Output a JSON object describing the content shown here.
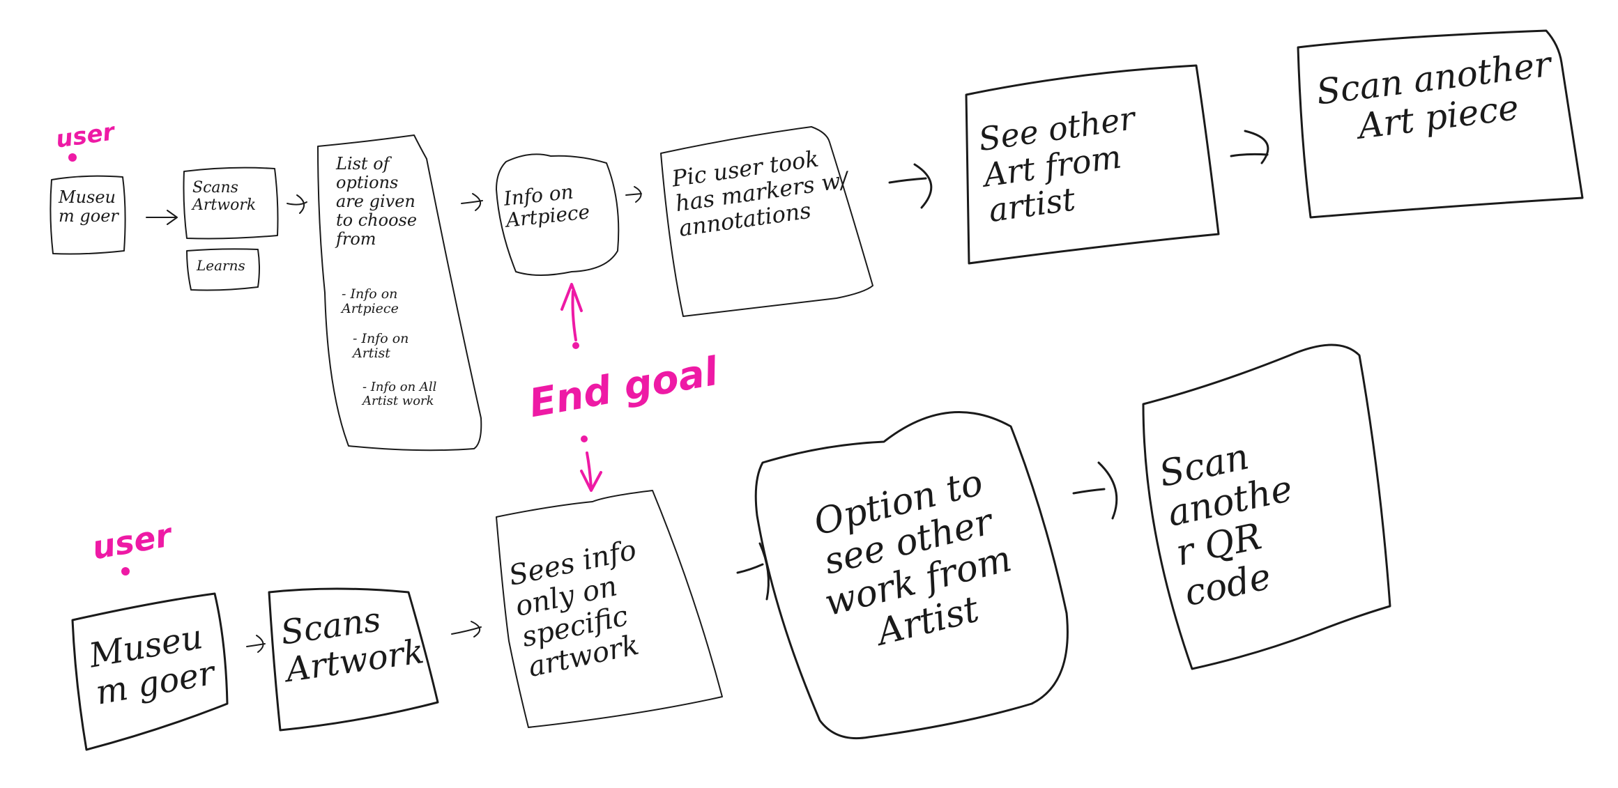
{
  "top_row": {
    "user_label": "user",
    "museum_goer": "Museum goer",
    "scans_artwork": "Scans Artwork",
    "learns": "Learns",
    "options_list": {
      "heading": "List of options are given to choose from",
      "items": [
        "- Info on Artpiece",
        "- Info on Artist",
        "- Info on All Artist work"
      ]
    },
    "info_on_artpiece": "Info on Artpiece",
    "pic_markers": "Pic user took has markers w/ annotations",
    "see_other_art": "See other Art from artist",
    "scan_another_art": "Scan another Art piece"
  },
  "end_goal": "End goal",
  "bottom_row": {
    "user_label": "user",
    "museum_goer": "Museum goer",
    "scans_artwork": "Scans Artwork",
    "sees_info": "Sees info only on specific artwork",
    "option_see_other": "Option to see other work from Artist",
    "scan_qr": "Scan another QR code"
  },
  "colors": {
    "ink": "#1a1a1a",
    "accent": "#ee1aa5"
  }
}
